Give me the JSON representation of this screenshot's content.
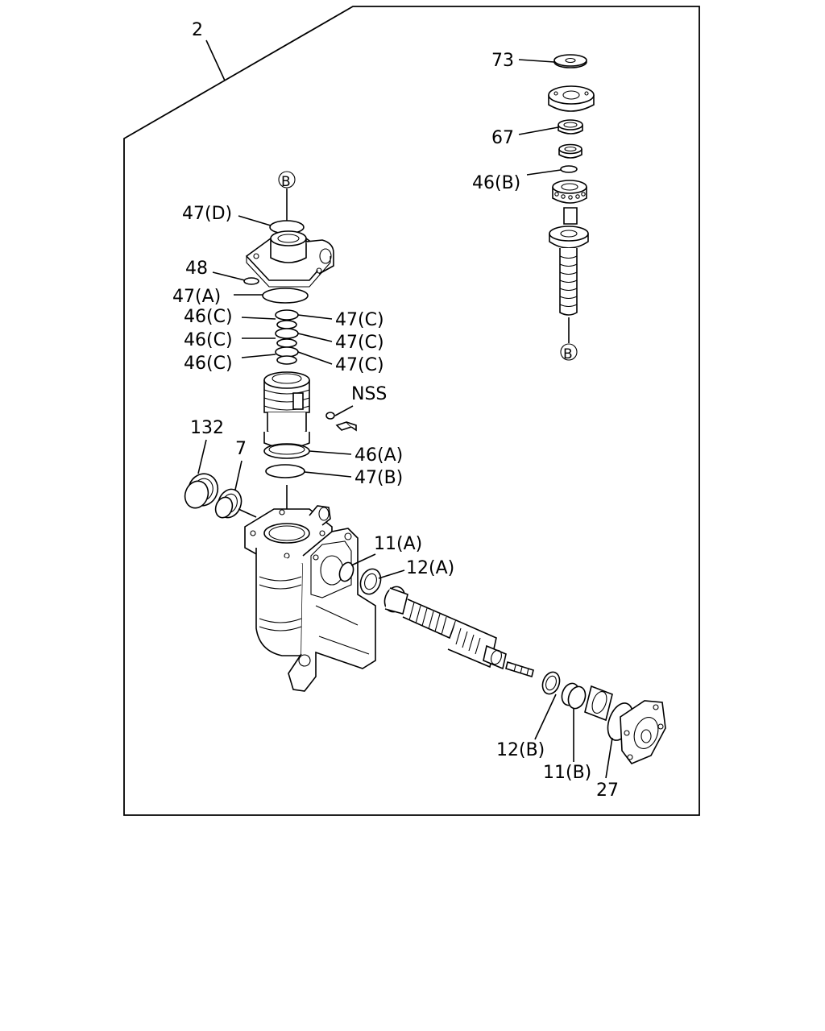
{
  "labels": {
    "assembly": "2",
    "ref_b_top": "B",
    "ref_b_bottom": "B",
    "p73": "73",
    "p67": "67",
    "p46b": "46(B)",
    "p47d": "47(D)",
    "p48": "48",
    "p47a": "47(A)",
    "p46c_1": "46(C)",
    "p46c_2": "46(C)",
    "p46c_3": "46(C)",
    "p47c_1": "47(C)",
    "p47c_2": "47(C)",
    "p47c_3": "47(C)",
    "nss": "NSS",
    "p132": "132",
    "p7": "7",
    "p46a": "46(A)",
    "p47b": "47(B)",
    "p11a": "11(A)",
    "p12a": "12(A)",
    "p12b": "12(B)",
    "p11b": "11(B)",
    "p27": "27"
  }
}
